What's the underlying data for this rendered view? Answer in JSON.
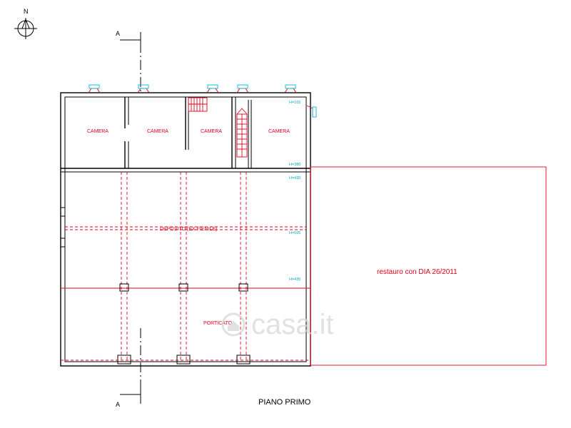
{
  "north": {
    "label": "N",
    "icon": "north-arrow-icon"
  },
  "section_marker": {
    "top_label": "A",
    "bottom_label": "A"
  },
  "rooms": {
    "camera_1": "CAMERA",
    "camera_2": "CAMERA",
    "camera_3": "CAMERA",
    "camera_4": "CAMERA",
    "deposito": "DEPOSITO (EX FIENILE)",
    "porticato": "PORTICATO"
  },
  "heights": {
    "h_165": "H=165",
    "h_380": "H=380",
    "h_435_top": "H=435",
    "h_595": "H=595",
    "h_435_bottom": "H=435"
  },
  "annex_label": "restauro con DIA 26/2011",
  "plan_title": "PIANO PRIMO",
  "watermark": "casa.it",
  "colors": {
    "walls": "#000000",
    "annotations": "#e0001a",
    "windows": "#00b7d8"
  }
}
